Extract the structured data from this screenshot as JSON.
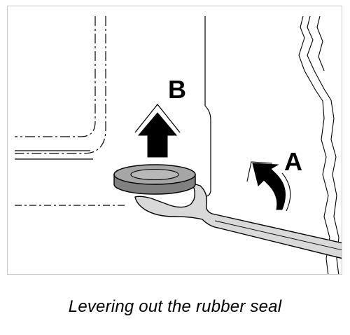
{
  "labels": {
    "a": "A",
    "b": "B"
  },
  "caption": "Levering out the rubber seal",
  "colors": {
    "line": "#000000",
    "seal_fill": "#808080",
    "seal_top": "#a6a6a6",
    "tool_fill": "#d9d9d9",
    "frame_border": "#c8c8c8"
  }
}
